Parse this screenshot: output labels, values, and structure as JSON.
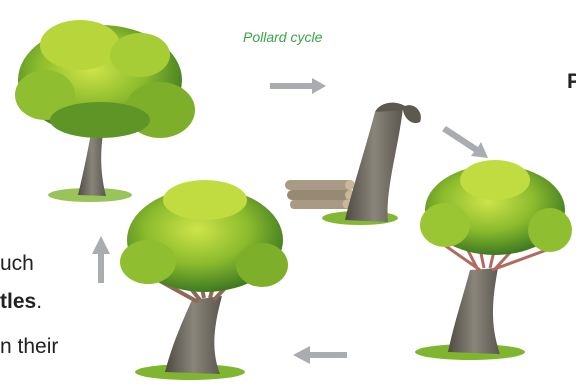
{
  "diagram": {
    "cycle_label": "Pollard cycle",
    "fragments": {
      "right_top": "P",
      "left_1": "uch",
      "left_2": "tles",
      "left_2_suffix": ".",
      "left_3": "n their"
    }
  },
  "colors": {
    "label_green": "#3aa447",
    "arrow_gray": "#a9acb0",
    "leaf_light": "#b9d63a",
    "leaf_mid": "#7fae2a",
    "leaf_dark": "#3f7a22",
    "bark": "#6f6a60",
    "grass": "#6fae2e"
  }
}
